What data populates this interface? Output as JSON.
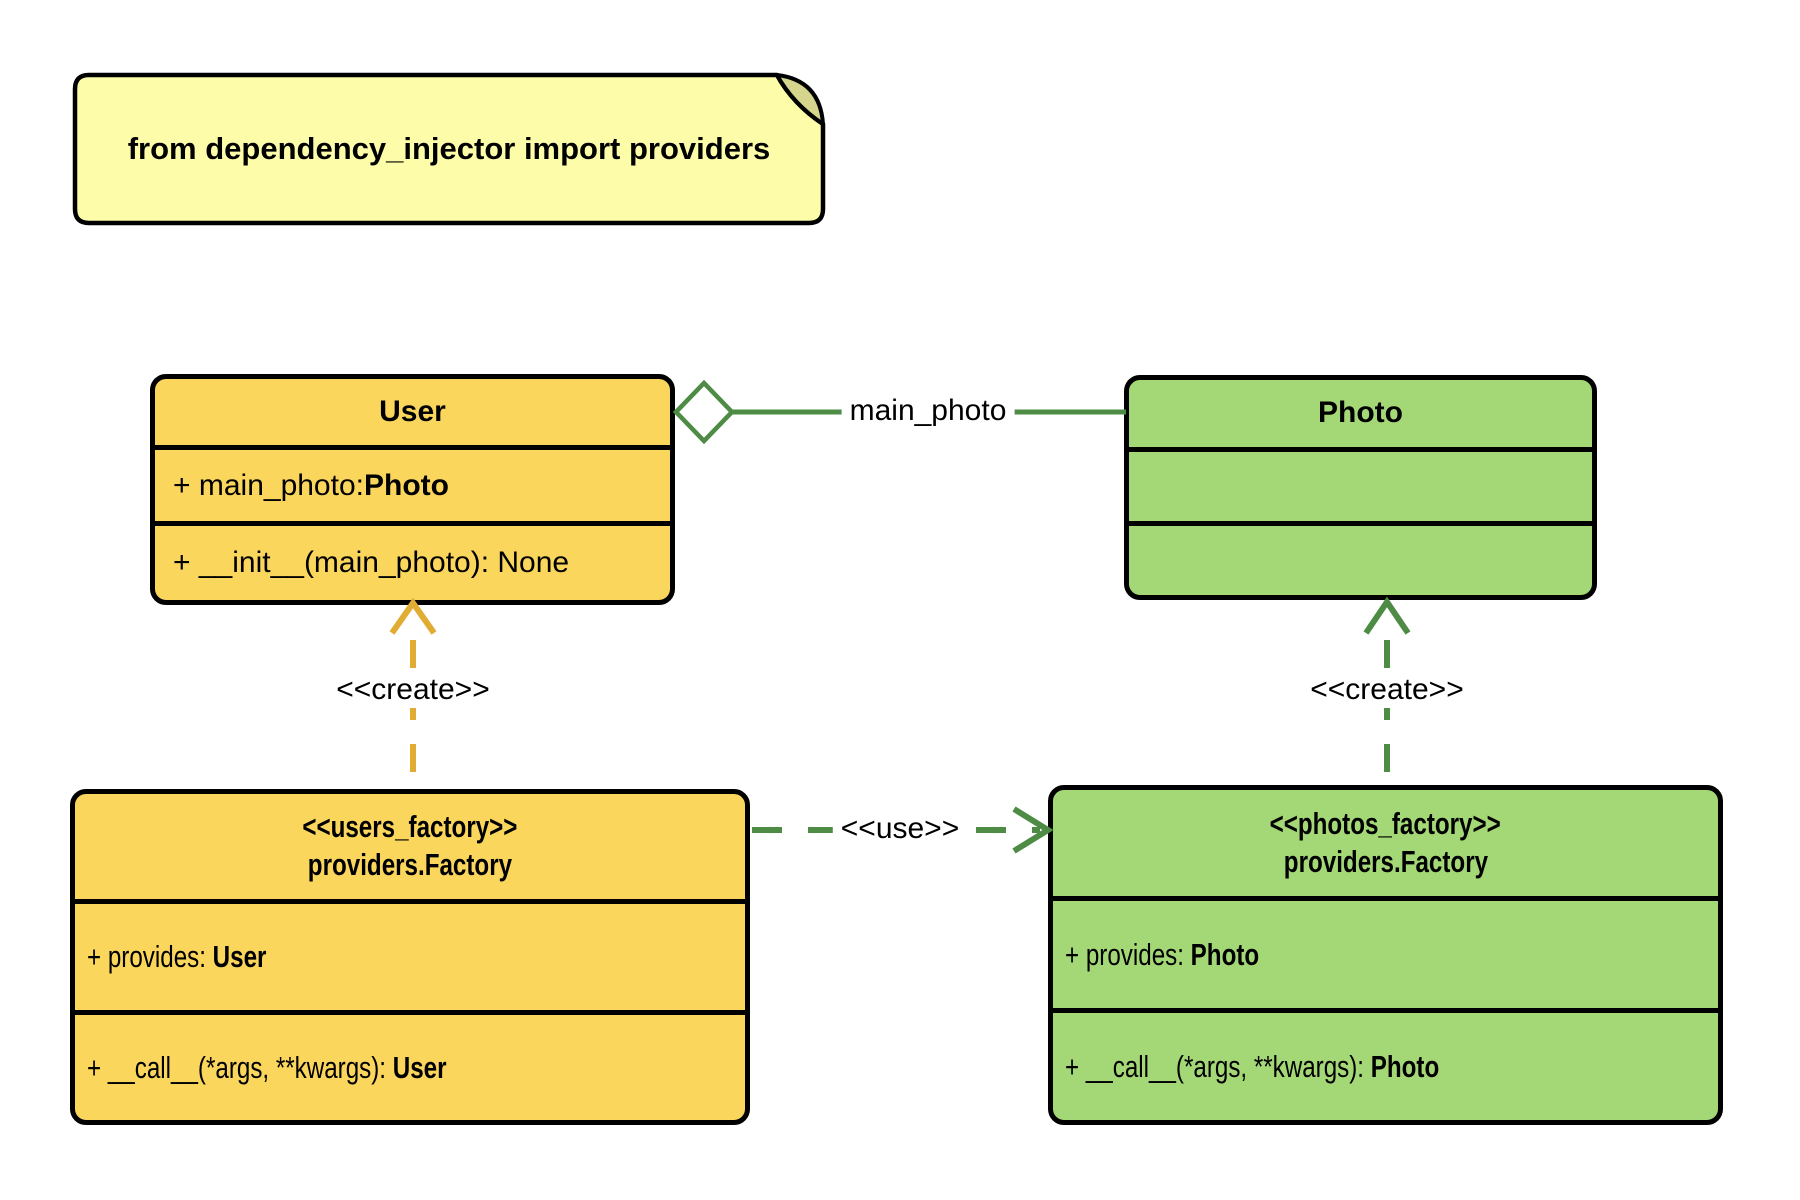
{
  "note": {
    "text": "from dependency_injector import providers"
  },
  "colors": {
    "yellow_fill": "#FBD65C",
    "green_fill": "#A4D877",
    "note_fill": "#FDFDA9",
    "note_fold": "#D6D58E",
    "gold_stroke": "#E1AC33",
    "green_stroke": "#4E8C46"
  },
  "classes": {
    "user": {
      "title": "User",
      "attribute_text": "+ main_photo: ",
      "attribute_type": "Photo",
      "method_text": "+ __init__(main_photo): None"
    },
    "photo": {
      "title": "Photo"
    },
    "users_factory": {
      "stereotype": "<<users_factory>>",
      "title": "providers.Factory",
      "attribute_text": "+ provides: ",
      "attribute_type": "User",
      "method_text": "+ __call__(*args, **kwargs): ",
      "method_type": "User"
    },
    "photos_factory": {
      "stereotype": "<<photos_factory>>",
      "title": "providers.Factory",
      "attribute_text": "+ provides: ",
      "attribute_type": "Photo",
      "method_text": "+ __call__(*args, **kwargs): ",
      "method_type": "Photo"
    }
  },
  "edges": {
    "aggregation_label": "main_photo",
    "create_left_label": "<<create>>",
    "create_right_label": "<<create>>",
    "use_label": "<<use>>"
  }
}
